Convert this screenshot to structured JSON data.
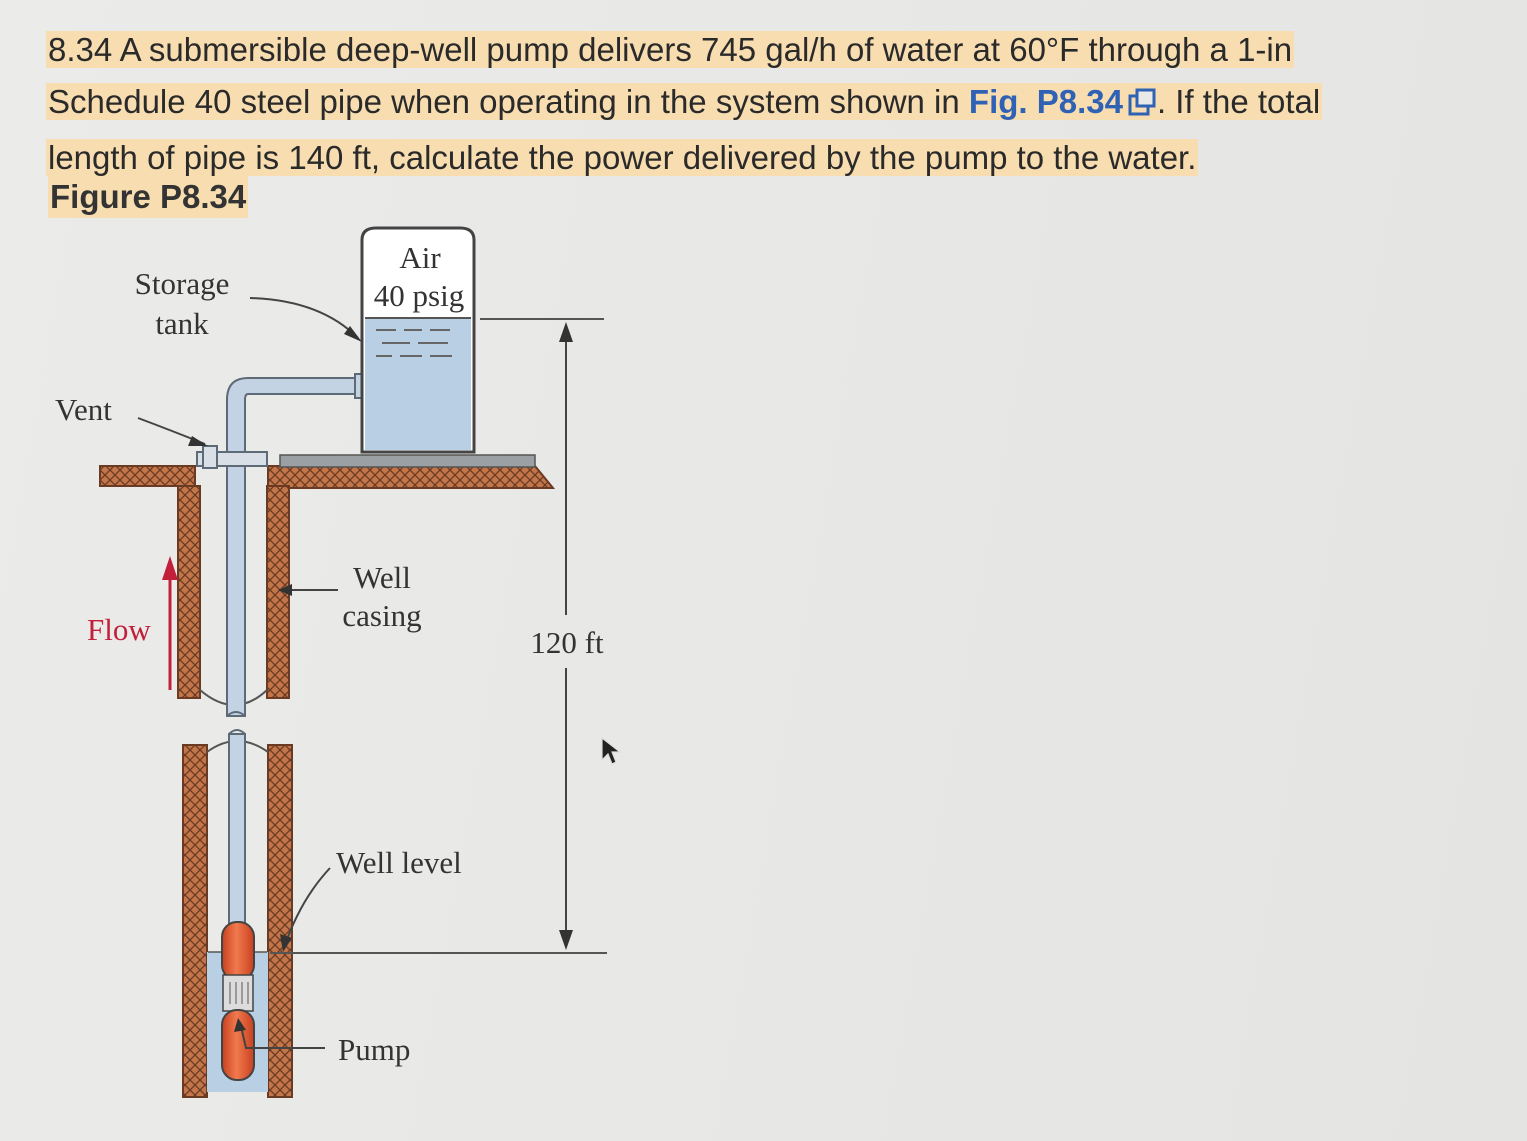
{
  "problem": {
    "line1": "8.34 A submersible deep-well pump delivers 745 gal/h of water at 60°F through a 1-in",
    "line2_a": "Schedule 40 steel pipe when operating in the system shown in ",
    "line2_link": "Fig. P8.34",
    "line2_b": ". If the total",
    "line3": "length of pipe is 140 ft, calculate the power delivered by the pump to the water."
  },
  "figure": {
    "title": "Figure P8.34",
    "labels": {
      "air": "Air",
      "pressure": "40 psig",
      "storage": "Storage",
      "tank": "tank",
      "vent": "Vent",
      "flow": "Flow",
      "well": "Well",
      "casing": "casing",
      "height": "120 ft",
      "well_level": "Well level",
      "pump": "Pump"
    }
  },
  "colors": {
    "highlight": "#f7ddb0",
    "link": "#2f62b5",
    "water": "#b9cfe3",
    "soil": "#c2764a",
    "pump": "#e0582e",
    "flow_arrow": "#c2203a"
  },
  "icons": [
    "external-link-icon",
    "mouse-cursor-icon"
  ]
}
